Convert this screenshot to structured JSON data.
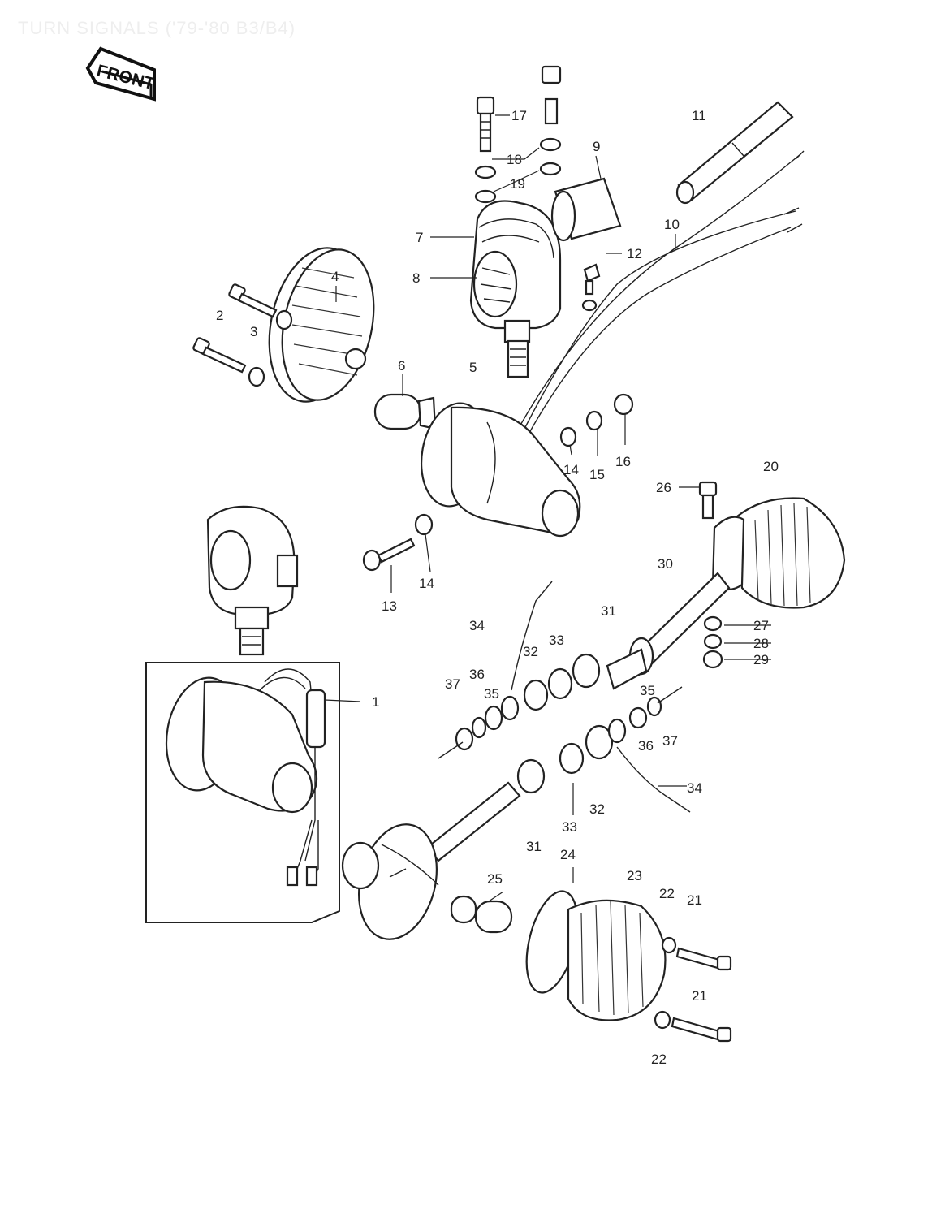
{
  "page_title": "TURN SIGNALS ('79-'80 B3/B4)",
  "front_badge": "FRONT",
  "callouts": [
    {
      "id": "c1",
      "label": "1"
    },
    {
      "id": "c2",
      "label": "2"
    },
    {
      "id": "c3",
      "label": "3"
    },
    {
      "id": "c4",
      "label": "4"
    },
    {
      "id": "c5a",
      "label": "5"
    },
    {
      "id": "c6",
      "label": "6"
    },
    {
      "id": "c7",
      "label": "7"
    },
    {
      "id": "c8",
      "label": "8"
    },
    {
      "id": "c9",
      "label": "9"
    },
    {
      "id": "c10",
      "label": "10"
    },
    {
      "id": "c11",
      "label": "11"
    },
    {
      "id": "c12",
      "label": "12"
    },
    {
      "id": "c13",
      "label": "13"
    },
    {
      "id": "c14a",
      "label": "14"
    },
    {
      "id": "c14b",
      "label": "14"
    },
    {
      "id": "c15",
      "label": "15"
    },
    {
      "id": "c16",
      "label": "16"
    },
    {
      "id": "c17",
      "label": "17"
    },
    {
      "id": "c18",
      "label": "18"
    },
    {
      "id": "c19",
      "label": "19"
    },
    {
      "id": "c20",
      "label": "20"
    },
    {
      "id": "c21a",
      "label": "21"
    },
    {
      "id": "c21b",
      "label": "21"
    },
    {
      "id": "c22a",
      "label": "22"
    },
    {
      "id": "c22b",
      "label": "22"
    },
    {
      "id": "c23",
      "label": "23"
    },
    {
      "id": "c24",
      "label": "24"
    },
    {
      "id": "c25",
      "label": "25"
    },
    {
      "id": "c26",
      "label": "26"
    },
    {
      "id": "c27",
      "label": "27"
    },
    {
      "id": "c28",
      "label": "28"
    },
    {
      "id": "c29",
      "label": "29"
    },
    {
      "id": "c30",
      "label": "30"
    },
    {
      "id": "c31a",
      "label": "31"
    },
    {
      "id": "c31b",
      "label": "31"
    },
    {
      "id": "c32a",
      "label": "32"
    },
    {
      "id": "c32b",
      "label": "32"
    },
    {
      "id": "c33a",
      "label": "33"
    },
    {
      "id": "c33b",
      "label": "33"
    },
    {
      "id": "c34a",
      "label": "34"
    },
    {
      "id": "c34b",
      "label": "34"
    },
    {
      "id": "c35a",
      "label": "35"
    },
    {
      "id": "c35b",
      "label": "35"
    },
    {
      "id": "c36a",
      "label": "36"
    },
    {
      "id": "c36b",
      "label": "36"
    },
    {
      "id": "c37a",
      "label": "37"
    },
    {
      "id": "c37b",
      "label": "37"
    }
  ]
}
